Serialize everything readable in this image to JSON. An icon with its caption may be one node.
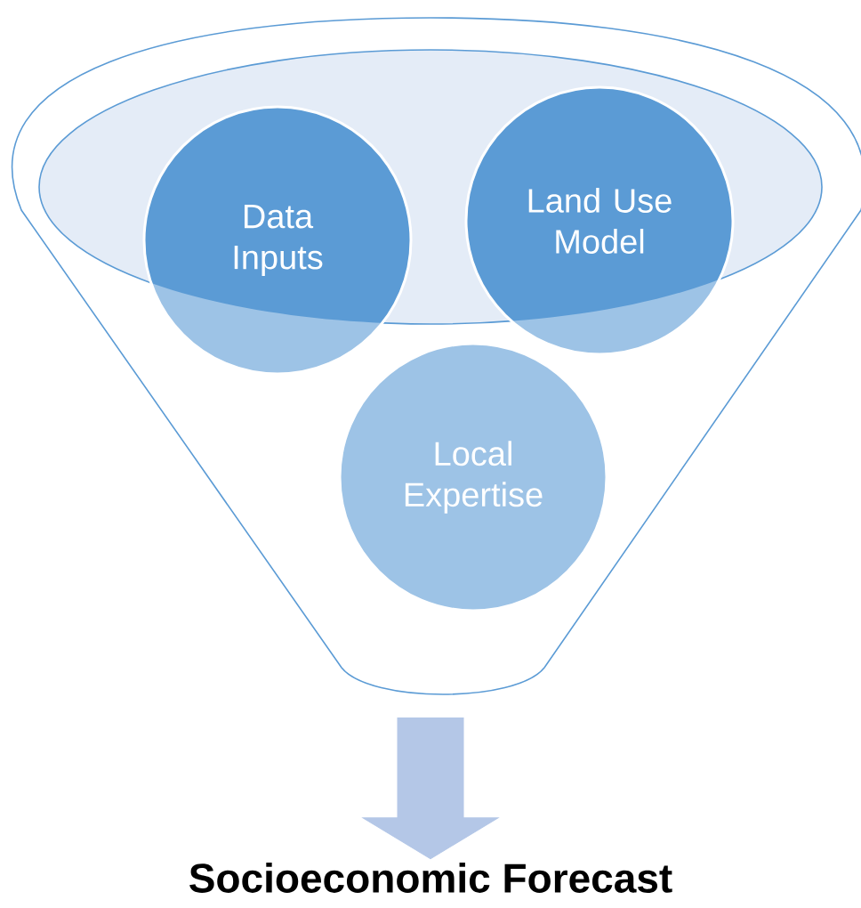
{
  "diagram": {
    "nodes": [
      {
        "text": [],
        "shape": "funnel"
      },
      {
        "text": [
          "Data Inputs"
        ],
        "in": 0
      },
      {
        "text": [
          "Land Use Model"
        ],
        "in": 0
      },
      {
        "text": [
          "Local Expertise"
        ],
        "in": 0
      },
      {
        "text": [
          "Socioeconomic Forecast"
        ]
      }
    ],
    "edges": [
      {
        "from": 0,
        "to": 4,
        "arrow": "to"
      }
    ]
  }
}
